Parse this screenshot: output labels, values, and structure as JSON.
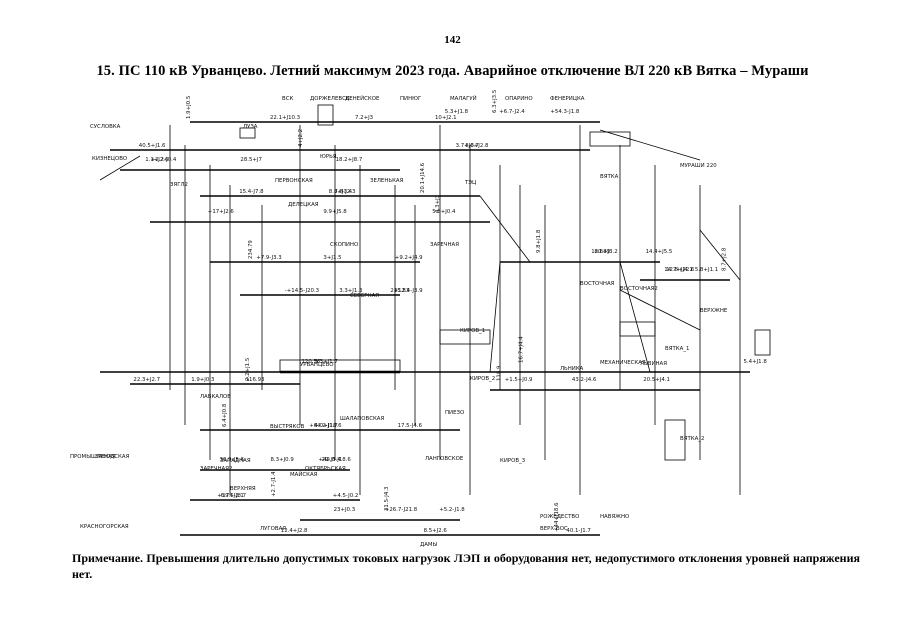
{
  "page": {
    "number": "142",
    "title": "15. ПС 110 кВ Урванцево. Летний максимум 2023 года. Аварийное отключение ВЛ 220 кВ Вятка – Мураши",
    "note": "Примечание. Превышения длительно допустимых токовых нагрузок ЛЭП и оборудования нет, недопустимого отклонения уровней напряжения нет."
  },
  "diagram": {
    "labels": [
      "ВСК",
      "ДОРЖЕЛЕВСК",
      "ДЕНЕЙСКОЕ",
      "ПИНЮГ",
      "МАЛАГУЙ",
      "ОПАРИНО",
      "ФЕНЕРИЦКА",
      "ЛУЗА",
      "СУСЛОВКА",
      "КИЗНЕЦОВО",
      "ЮРЬЯ",
      "МУРАШИ 220",
      "ВЯТКА",
      "ЗЯГЛ2",
      "ПЕРВОНСКАЯ",
      "ЗЕЛЕНЬКАЯ",
      "ТЭЦ",
      "ДЕЛЕЦКАЯ",
      "ЗАРЕЧНАЯ",
      "СКОПИНО",
      "ВОСТОЧНАЯ",
      "ВОСТОЧНАЯ2",
      "ВЯТКА_1",
      "ЛЬВИНАЯ",
      "УРВАНЦЕВО",
      "СЕВЕРНАЯ",
      "ШАЛАПОВСКАЯ",
      "КИРОВ_1",
      "КИРОВ_2",
      "КИРОВ_3",
      "МЕХАНИЧЕСКАЯ",
      "ЛЬНИКА",
      "ПИЕЗО",
      "ВЯТКА_2",
      "ЛАНГОВСКОЕ",
      "ОКТЯБРЬСКАЯ",
      "МАЙСКАЯ",
      "ЗАРЕЧНАЯ2",
      "КРАСНОГОРСКАЯ",
      "ПРОМЫШЛЕНАЯ",
      "ЛУГОВАЯ",
      "РОЖЕДЕСТВО",
      "ДАМЫ",
      "ЗАВОДСКАЯ",
      "ВЕРХ-ВОС",
      "НАВЯЖНО",
      "ВЕРХЖНЕ",
      "ЛАВКАЛОВ",
      "ЗАПАДНАЯ",
      "ВЕРХНЯЯ",
      "ВЫСТРЯКОВ"
    ],
    "values": [
      "1.9+J0.5",
      "+6.7-J2.4",
      "8.6+J2.8",
      "+2.2-J0.4",
      "7.8-J2.3",
      "4.3+J3",
      "+7.9-J3.3",
      "8.8+J3.2",
      "+12.4-J3.9",
      "3.3+J1.7",
      "2.2+J1.5",
      "+1.5+J0.9",
      "4.0+J1.7",
      "29-J5.4",
      "6.7+J2.1",
      "31.5-J4.3",
      "40.1-J1.7",
      "12.8+J4.1",
      "7.2+J3",
      "5.3+J1.8",
      "4+J2.2",
      "18.2+J8.7",
      "15.4-J7.8",
      "9.9+J5.8",
      "+9.2+J4.9",
      "9.8+J1.8",
      "3.3+J1.3",
      "5.4+J1.8",
      "1.9+J0.3",
      "20.5+J4.1",
      "6.4+J0.8",
      "8.3+J0.9",
      "+4.5-J0.2",
      "23+J0.3",
      "8.5+J2.6",
      "8.7+J2.8",
      "22.1+J10.3",
      "+54.3-J1.8",
      "40.5+J1.6",
      "28.5+J7",
      "20.1+J14.6",
      "+17+J2.6",
      "3+J1.5",
      "14.4+J5.5",
      "-+14.5-J20.3",
      "16.7+J4.4",
      "22.3+J2.7",
      "43.2-J4.6",
      "17.5-J4.6",
      "36.9-J5.6",
      "+2.7-J1.4",
      "+5.2-J1.8",
      "12.4+J2.8",
      "5.8+J1.1",
      "10+J2.1",
      "6.3+J3.5",
      "3.7+J0.7",
      "1.1+J2.6",
      "8.8+J3.4",
      "5.8+J0.4",
      "234.79",
      "120.89",
      "235.83",
      "120.56",
      "116.93",
      "118.9",
      "+64.2-J18.6",
      "+42.8-J18.6",
      "+39.5-J8.7",
      "+26.7-J21.8",
      "+44+J18.6",
      "14.7+J22.6"
    ]
  }
}
